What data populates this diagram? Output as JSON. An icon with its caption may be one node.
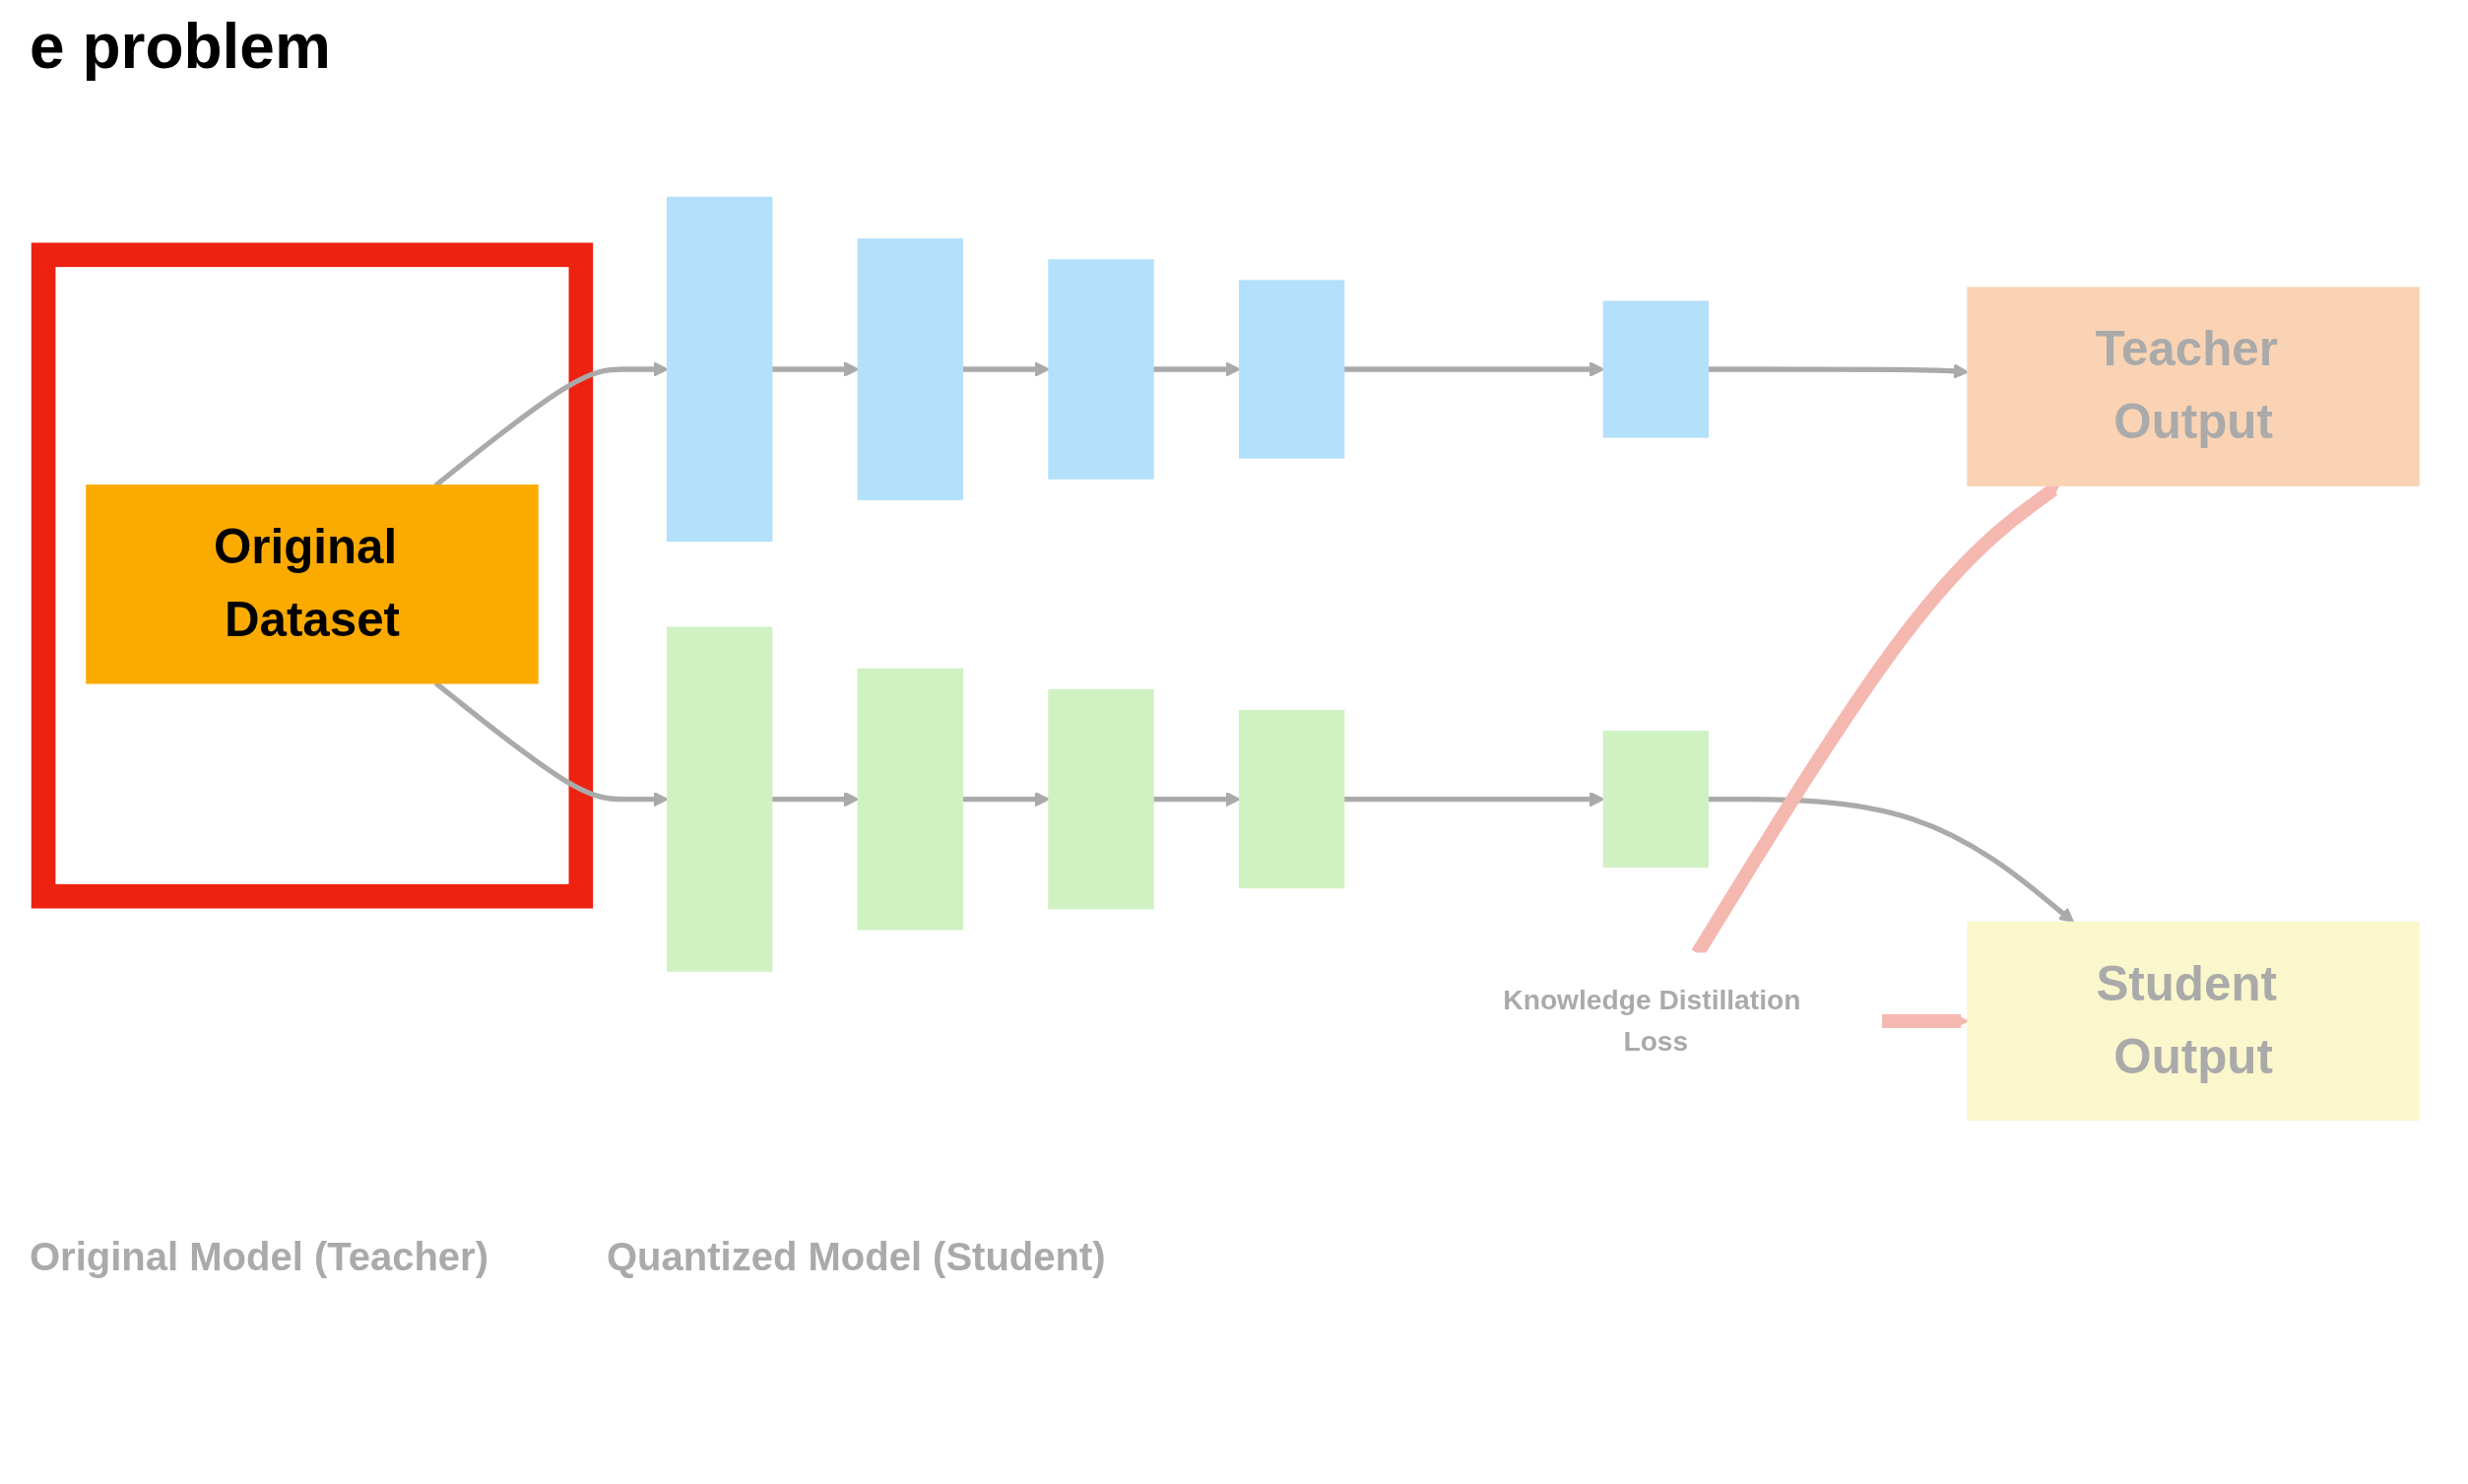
{
  "diagram": {
    "title": "e problem",
    "nodes": [
      {
        "text": [],
        "shape": "box"
      },
      {
        "text": [
          "Original Dataset"
        ],
        "in": 0
      },
      {
        "text": [],
        "shape": "bar"
      },
      {
        "text": [],
        "shape": "bar"
      },
      {
        "text": [],
        "shape": "bar"
      },
      {
        "text": [],
        "shape": "bar"
      },
      {
        "text": [],
        "shape": "bar"
      },
      {
        "text": [
          "Teacher Output"
        ]
      },
      {
        "text": [],
        "shape": "bar"
      },
      {
        "text": [],
        "shape": "bar"
      },
      {
        "text": [],
        "shape": "bar"
      },
      {
        "text": [],
        "shape": "bar"
      },
      {
        "text": [],
        "shape": "bar"
      },
      {
        "text": [
          "Student Output"
        ]
      },
      {
        "text": [
          "Knowledge Distillation Loss"
        ]
      }
    ],
    "edges": [
      {
        "from": 1,
        "to": 2,
        "arrow": "to"
      },
      {
        "from": 2,
        "to": 3,
        "arrow": "to"
      },
      {
        "from": 3,
        "to": 4,
        "arrow": "to"
      },
      {
        "from": 4,
        "to": 5,
        "arrow": "to"
      },
      {
        "from": 5,
        "to": 6,
        "arrow": "to"
      },
      {
        "from": 6,
        "to": 7,
        "arrow": "to"
      },
      {
        "from": 1,
        "to": 8,
        "arrow": "to"
      },
      {
        "from": 8,
        "to": 9,
        "arrow": "to"
      },
      {
        "from": 9,
        "to": 10,
        "arrow": "to"
      },
      {
        "from": 10,
        "to": 11,
        "arrow": "to"
      },
      {
        "from": 11,
        "to": 12,
        "arrow": "to"
      },
      {
        "from": 12,
        "to": 13,
        "arrow": "to"
      },
      {
        "from": 14,
        "to": 7,
        "arrow": "to",
        "style": "thick",
        "color": "#f5b8b0"
      },
      {
        "from": 14,
        "to": 13,
        "arrow": "to",
        "style": "thick",
        "color": "#f5b8b0"
      }
    ],
    "labels": [
      "Original Model (Teacher)",
      "Quantized Model (Student)"
    ]
  }
}
